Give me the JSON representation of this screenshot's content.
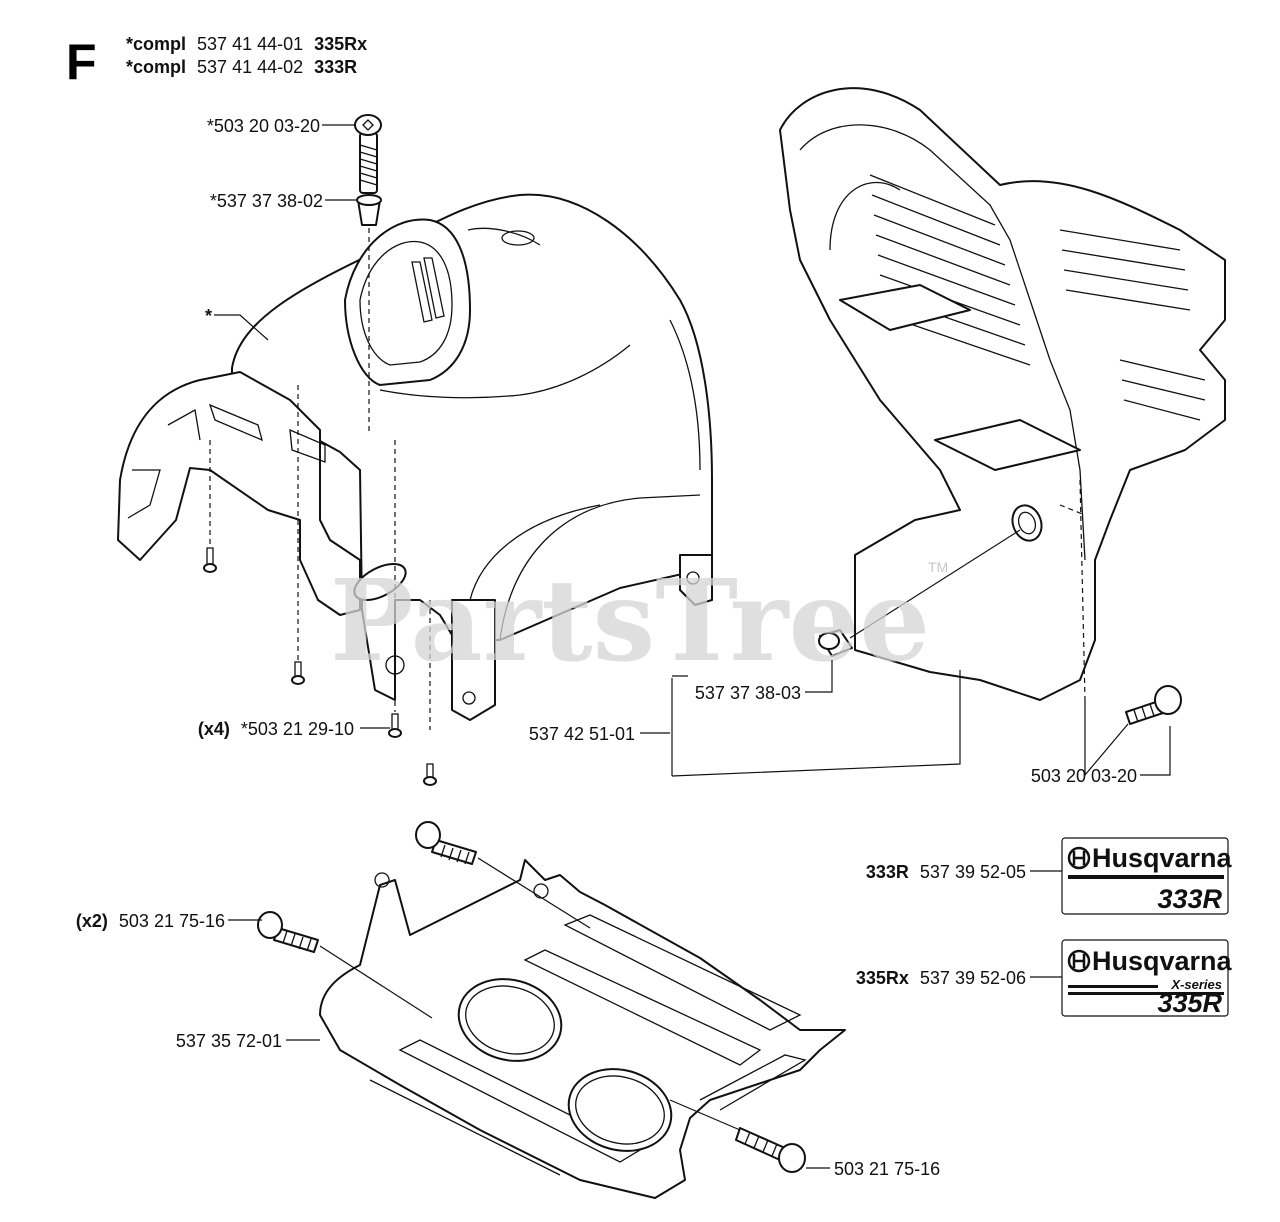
{
  "section": {
    "letter": "F",
    "header_line1": {
      "star_compl": "*compl",
      "part_no": "537 41 44-01",
      "model": "335Rx"
    },
    "header_line2": {
      "star_compl": "*compl",
      "part_no": "537 41 44-02",
      "model": "333R"
    }
  },
  "watermark": {
    "text": "PartsTree",
    "tm": "TM"
  },
  "callouts": {
    "screw_top": "*503 20 03-20",
    "bushing_top": "*537 37 38-02",
    "cover_star": "*",
    "screws_x4_qty": "(x4)",
    "screws_x4_part": "*503 21 29-10",
    "bushing_right": "537 37 38-03",
    "housing": "537 42 51-01",
    "screw_right": "503 20 03-20",
    "screws_x2_qty": "(x2)",
    "screws_x2_part": "503 21 75-16",
    "skid_plate": "537 35 72-01",
    "screw_bottom": "503 21 75-16"
  },
  "decals": {
    "d333": {
      "model_label": "333R",
      "part_no": "537 39 52-05",
      "brand": "Husqvarna",
      "model_text": "333R"
    },
    "d335": {
      "model_label": "335Rx",
      "part_no": "537 39 52-06",
      "brand": "Husqvarna",
      "series": "X-series",
      "model_text": "335R"
    }
  },
  "colors": {
    "line": "#111111",
    "watermark": "#d4d4d4",
    "background": "#ffffff"
  },
  "icons": [
    "husqvarna-logo-icon",
    "husqvarna-logo-icon"
  ]
}
